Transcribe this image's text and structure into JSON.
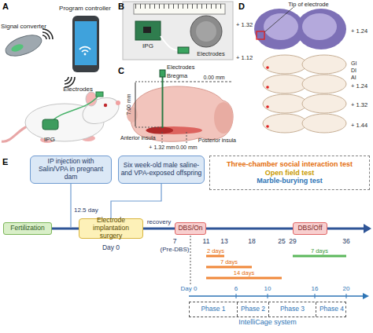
{
  "diagram": {
    "nodes": [
      {
        "text": [
          "IP injection with Salin/VPA in pregnant dam"
        ]
      },
      {
        "text": [
          "Six week-old male saline- and VPA-exposed offspring"
        ]
      },
      {
        "text": [
          "Three-chamber social interaction test",
          "Open field test",
          "Marble-burying test"
        ]
      },
      {
        "text": [
          "Fertilization"
        ]
      },
      {
        "text": [
          "Electrode implantation surgery"
        ]
      },
      {
        "text": [
          "DBS/On"
        ]
      },
      {
        "text": [
          "DBS/Off"
        ]
      },
      {
        "text": [
          "IntelliCage system"
        ]
      },
      {
        "text": [
          "Phase 1"
        ],
        "in": 7
      },
      {
        "text": [
          "Phase 2"
        ],
        "in": 7
      },
      {
        "text": [
          "Phase 3"
        ],
        "in": 7
      },
      {
        "text": [
          "Phase 4"
        ],
        "in": 7
      }
    ],
    "edges": [
      {
        "from": 1,
        "to": 4,
        "arrow": "none"
      },
      {
        "from": 3,
        "to": 4,
        "arrow": "none"
      },
      {
        "from": 4,
        "to": 5,
        "arrow": "none"
      },
      {
        "from": 5,
        "to": 6,
        "arrow": "none"
      }
    ],
    "labels": [
      "A",
      "Signal converter",
      "Program controller",
      "Electrodes",
      "IPG",
      "B",
      "IPG",
      "Electrodes",
      "C",
      "Electrodes",
      "Bregma",
      "0.00 mm",
      "7.00 mm",
      "Anterior insula",
      "+ 1.32 mm",
      "0.00 mm",
      "Posterior insula",
      "D",
      "Tip of electrode",
      "+ 1.32",
      "+ 1.24",
      "+ 1.12",
      "GI",
      "DI",
      "AI",
      "+ 1.24",
      "+ 1.32",
      "+ 1.44",
      "E",
      "12.5 day",
      "Day 0",
      "recovery",
      "7",
      "(Pre-DBS)",
      "11",
      "13",
      "18",
      "25",
      "29",
      "36",
      "2 days",
      "7 days",
      "14 days",
      "7 days",
      "Day 0",
      "6",
      "10",
      "16",
      "20"
    ]
  }
}
